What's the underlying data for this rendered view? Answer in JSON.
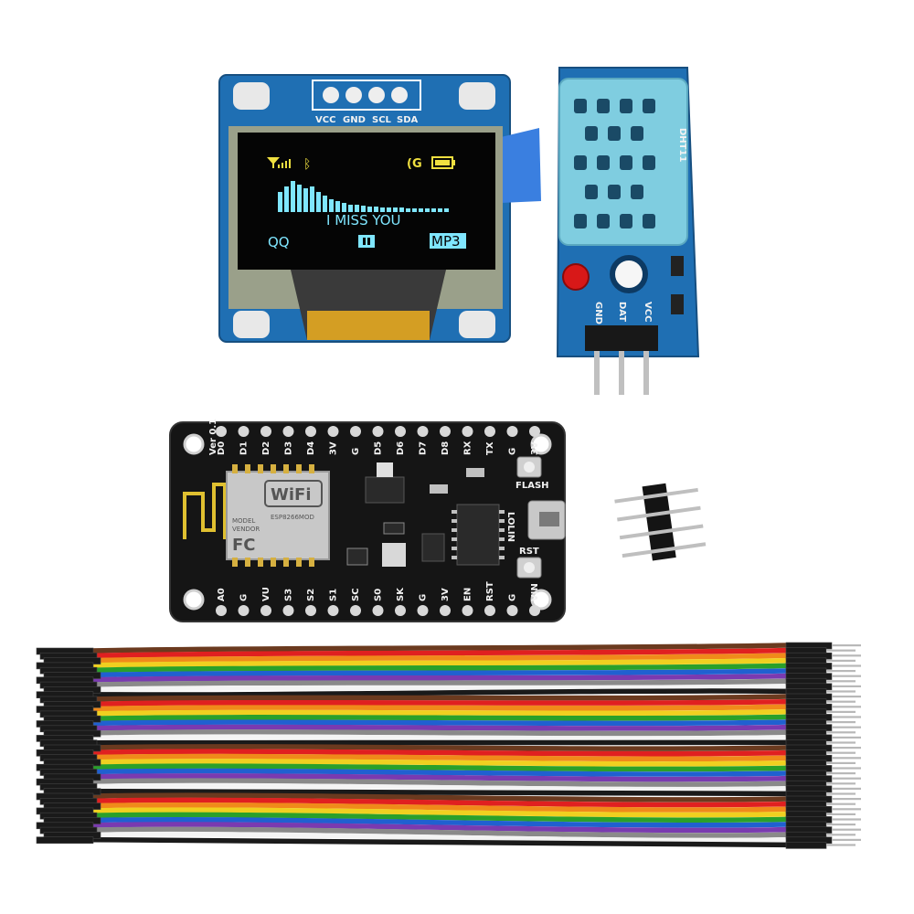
{
  "oled_module": {
    "pin_labels": [
      "VCC",
      "GND",
      "SCL",
      "SDA"
    ],
    "screen": {
      "message": "I MISS YOU",
      "left_label": "QQ",
      "right_label": "MP3",
      "text_color": "#7fe6ff",
      "status_color": "#f0e040"
    },
    "pcb_color": "#1f6fb3"
  },
  "dht_module": {
    "sensor_label": "DHT11",
    "pin_labels": [
      "VCC",
      "DAT",
      "GND"
    ],
    "pcb_color": "#1f6fb3",
    "sensor_color": "#7fcde0"
  },
  "nodemcu": {
    "version": "Ver 0.1",
    "top_pins": [
      "D0",
      "D1",
      "D2",
      "D3",
      "D4",
      "3V",
      "G",
      "D5",
      "D6",
      "D7",
      "D8",
      "RX",
      "TX",
      "G",
      "3V"
    ],
    "bottom_pins": [
      "A0",
      "G",
      "VU",
      "S3",
      "S2",
      "S1",
      "SC",
      "S0",
      "SK",
      "G",
      "3V",
      "EN",
      "RST",
      "G",
      "VIN"
    ],
    "flash_label": "FLASH",
    "rst_label": "RST",
    "module_text": [
      "WiFi",
      "MODEL",
      "VENDOR",
      "FC",
      "ESP8266MOD"
    ],
    "board_label": "LOLIN",
    "pcb_color": "#151515"
  },
  "jumper_wires": {
    "colors": [
      "#6b3a1f",
      "#e02020",
      "#f08a1a",
      "#f0d020",
      "#2aa02a",
      "#2060d0",
      "#7a3ab0",
      "#8a8a8a",
      "#f4f4f4",
      "#1a1a1a"
    ]
  }
}
